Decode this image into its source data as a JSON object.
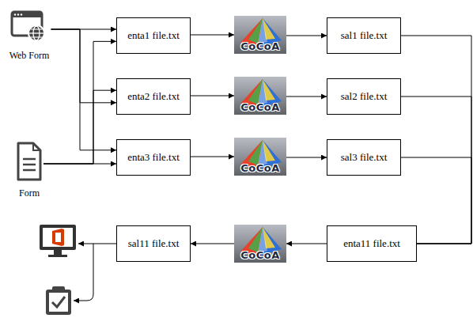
{
  "diagram": {
    "nodes": [
      {
        "text": [
          "Web Form"
        ]
      },
      {
        "text": [
          "enta1 file.txt"
        ]
      },
      {
        "text": [
          "CoCoA"
        ]
      },
      {
        "text": [
          "sal1 file.txt"
        ]
      },
      {
        "text": [
          "enta2 file.txt"
        ]
      },
      {
        "text": [
          "CoCoA"
        ]
      },
      {
        "text": [
          "sal2 file.txt"
        ]
      },
      {
        "text": [
          "Form"
        ]
      },
      {
        "text": [
          "enta3 file.txt"
        ]
      },
      {
        "text": [
          "CoCoA"
        ]
      },
      {
        "text": [
          "sal3 file.txt"
        ]
      },
      {
        "text": [
          "sal11 file.txt"
        ]
      },
      {
        "text": [
          "CoCoA"
        ]
      },
      {
        "text": [
          "enta11 file.txt"
        ]
      }
    ],
    "edges": [
      {
        "from": 0,
        "to": 1,
        "arrow": "to"
      },
      {
        "from": 0,
        "to": 4,
        "arrow": "to"
      },
      {
        "from": 0,
        "to": 8,
        "arrow": "to"
      },
      {
        "from": 7,
        "to": 1,
        "arrow": "to"
      },
      {
        "from": 7,
        "to": 4,
        "arrow": "to"
      },
      {
        "from": 7,
        "to": 8,
        "arrow": "to"
      },
      {
        "from": 1,
        "to": 2,
        "arrow": "to"
      },
      {
        "from": 2,
        "to": 3,
        "arrow": "to"
      },
      {
        "from": 4,
        "to": 5,
        "arrow": "to"
      },
      {
        "from": 5,
        "to": 6,
        "arrow": "to"
      },
      {
        "from": 8,
        "to": 9,
        "arrow": "to"
      },
      {
        "from": 9,
        "to": 10,
        "arrow": "to"
      },
      {
        "from": 3,
        "to": 13,
        "arrow": "none"
      },
      {
        "from": 6,
        "to": 13,
        "arrow": "none"
      },
      {
        "from": 10,
        "to": 13,
        "arrow": "none"
      },
      {
        "from": 13,
        "to": 12,
        "arrow": "to"
      },
      {
        "from": 12,
        "to": 11,
        "arrow": "to"
      }
    ]
  }
}
